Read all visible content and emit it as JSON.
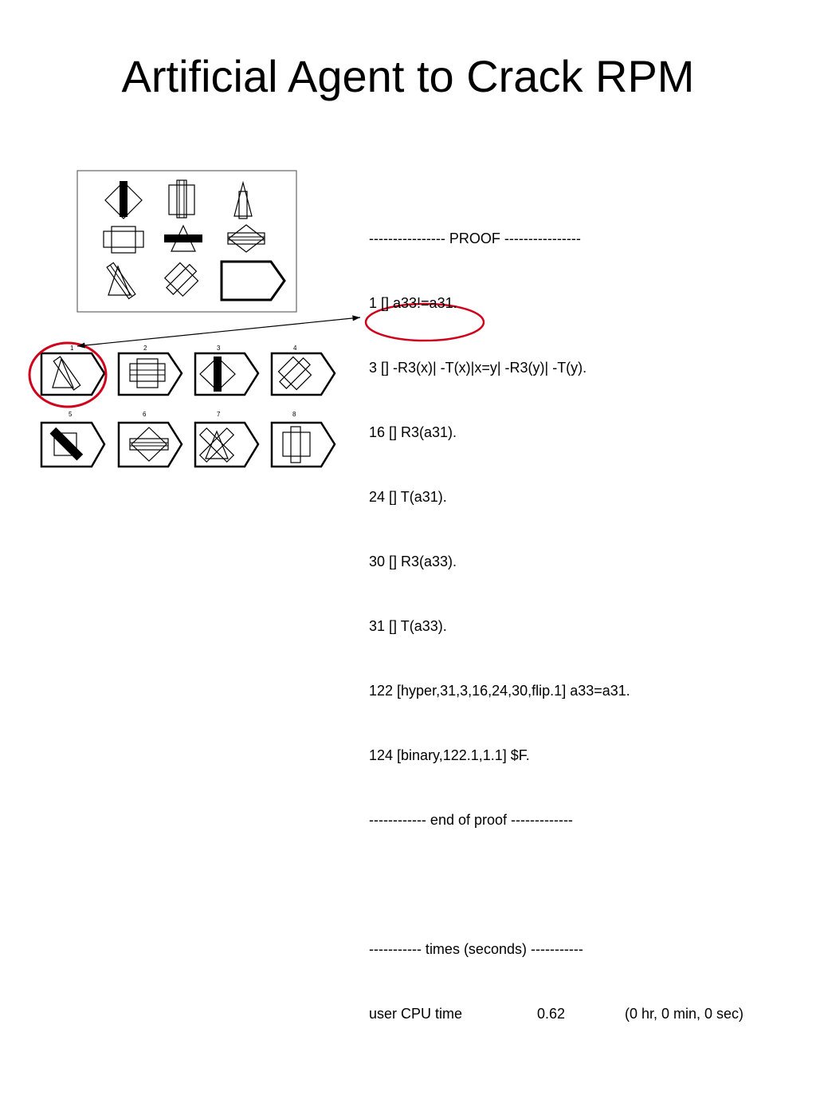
{
  "slide": {
    "title": "Artificial Agent to Crack RPM"
  },
  "answer_numbers": [
    "1",
    "2",
    "3",
    "4",
    "5",
    "6",
    "7",
    "8"
  ],
  "proof": {
    "header": "---------------- PROOF ----------------",
    "lines": [
      "1 [] a33!=a31.",
      "3 [] -R3(x)| -T(x)|x=y| -R3(y)| -T(y).",
      "16 [] R3(a31).",
      "24 [] T(a31).",
      "30 [] R3(a33).",
      "31 [] T(a33).",
      "122 [hyper,31,3,16,24,30,flip.1] a33=a31.",
      "124 [binary,122.1,1.1] $F."
    ],
    "footer": "------------ end of proof -------------",
    "times_header": "----------- times (seconds) -----------",
    "cpu_label": "user CPU time",
    "cpu_value": "0.62",
    "cpu_detail": "(0 hr, 0 min, 0 sec)"
  },
  "colors": {
    "highlight": "#d0021b",
    "ink": "#000000"
  }
}
